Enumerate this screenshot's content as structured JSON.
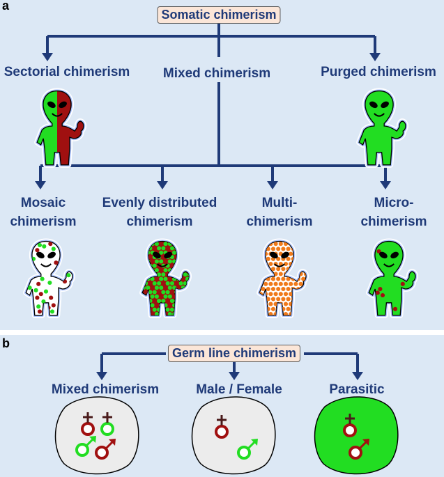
{
  "panel_a": {
    "letter": "a",
    "title": "Somatic chimerism",
    "top_labels": [
      "Sectorial chimerism",
      "Mixed chimerism",
      "Purged chimerism"
    ],
    "bottom_labels": [
      [
        "Mosaic",
        "chimerism"
      ],
      [
        "Evenly distributed",
        "chimerism"
      ],
      [
        "Multi-",
        "chimerism"
      ],
      [
        "Micro-",
        "chimerism"
      ]
    ]
  },
  "panel_b": {
    "letter": "b",
    "title": "Germ line chimerism",
    "labels": [
      "Mixed chimerism",
      "Male / Female",
      "Parasitic"
    ]
  },
  "colors": {
    "arrow": "#1f3a78",
    "green": "#22dd22",
    "red": "#a01010",
    "panel_bg": "#dce8f5",
    "title_bg": "#fbe6d8"
  }
}
